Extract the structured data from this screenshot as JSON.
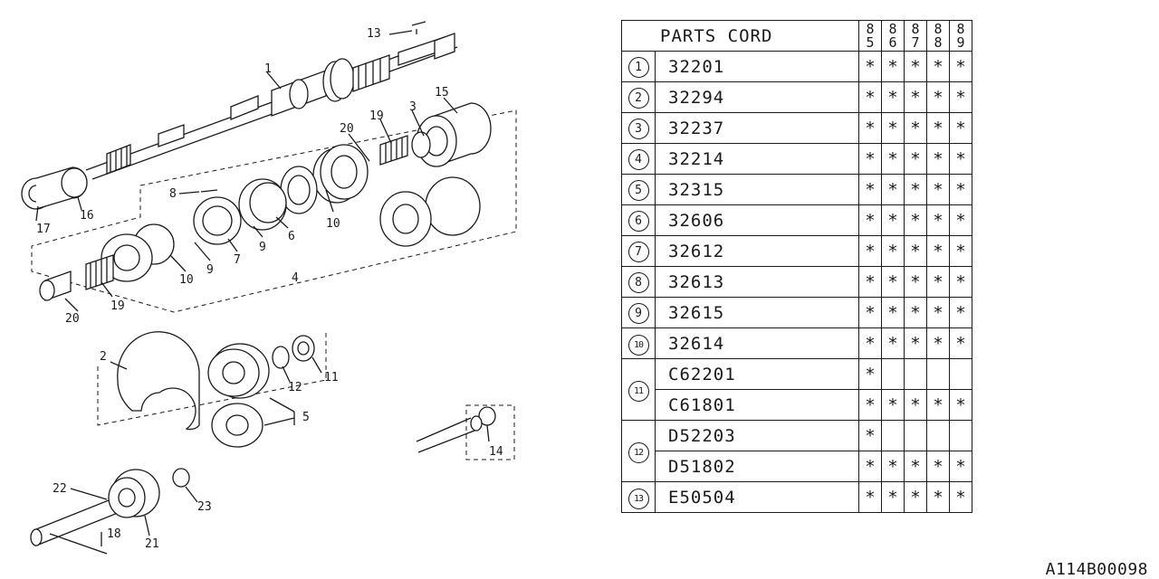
{
  "table": {
    "header": {
      "title": "PARTS CORD",
      "years": [
        [
          "8",
          "5"
        ],
        [
          "8",
          "6"
        ],
        [
          "8",
          "7"
        ],
        [
          "8",
          "8"
        ],
        [
          "8",
          "9"
        ]
      ]
    },
    "groups": [
      {
        "no": "1",
        "rows": [
          {
            "code": "32201",
            "marks": [
              "*",
              "*",
              "*",
              "*",
              "*"
            ]
          }
        ]
      },
      {
        "no": "2",
        "rows": [
          {
            "code": "32294",
            "marks": [
              "*",
              "*",
              "*",
              "*",
              "*"
            ]
          }
        ]
      },
      {
        "no": "3",
        "rows": [
          {
            "code": "32237",
            "marks": [
              "*",
              "*",
              "*",
              "*",
              "*"
            ]
          }
        ]
      },
      {
        "no": "4",
        "rows": [
          {
            "code": "32214",
            "marks": [
              "*",
              "*",
              "*",
              "*",
              "*"
            ]
          }
        ]
      },
      {
        "no": "5",
        "rows": [
          {
            "code": "32315",
            "marks": [
              "*",
              "*",
              "*",
              "*",
              "*"
            ]
          }
        ]
      },
      {
        "no": "6",
        "rows": [
          {
            "code": "32606",
            "marks": [
              "*",
              "*",
              "*",
              "*",
              "*"
            ]
          }
        ]
      },
      {
        "no": "7",
        "rows": [
          {
            "code": "32612",
            "marks": [
              "*",
              "*",
              "*",
              "*",
              "*"
            ]
          }
        ]
      },
      {
        "no": "8",
        "rows": [
          {
            "code": "32613",
            "marks": [
              "*",
              "*",
              "*",
              "*",
              "*"
            ]
          }
        ]
      },
      {
        "no": "9",
        "rows": [
          {
            "code": "32615",
            "marks": [
              "*",
              "*",
              "*",
              "*",
              "*"
            ]
          }
        ]
      },
      {
        "no": "10",
        "rows": [
          {
            "code": "32614",
            "marks": [
              "*",
              "*",
              "*",
              "*",
              "*"
            ]
          }
        ]
      },
      {
        "no": "11",
        "rows": [
          {
            "code": "C62201",
            "marks": [
              "*",
              "",
              "",
              "",
              ""
            ]
          },
          {
            "code": "C61801",
            "marks": [
              "*",
              "*",
              "*",
              "*",
              "*"
            ]
          }
        ]
      },
      {
        "no": "12",
        "rows": [
          {
            "code": "D52203",
            "marks": [
              "*",
              "",
              "",
              "",
              ""
            ]
          },
          {
            "code": "D51802",
            "marks": [
              "*",
              "*",
              "*",
              "*",
              "*"
            ]
          }
        ]
      },
      {
        "no": "13",
        "rows": [
          {
            "code": "E50504",
            "marks": [
              "*",
              "*",
              "*",
              "*",
              "*"
            ]
          }
        ]
      }
    ]
  },
  "diagram": {
    "callouts": [
      "13",
      "1",
      "15",
      "3",
      "19",
      "20",
      "17",
      "16",
      "8",
      "10",
      "6",
      "9",
      "7",
      "10",
      "9",
      "4",
      "20",
      "19",
      "2",
      "11",
      "12",
      "5",
      "14",
      "22",
      "23",
      "18",
      "21"
    ]
  },
  "doc_id": "A114B00098"
}
